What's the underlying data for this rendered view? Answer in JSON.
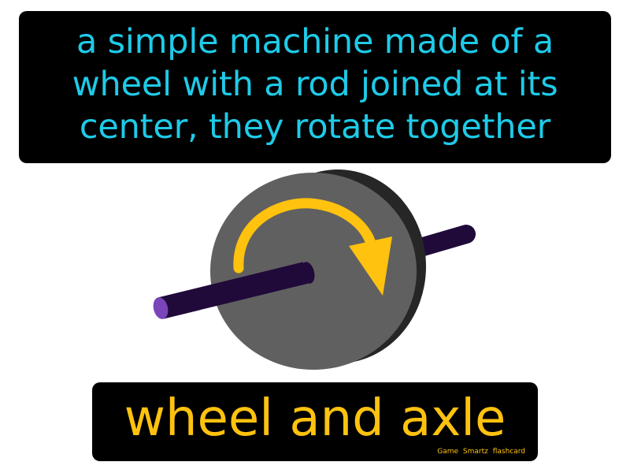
{
  "definition": "a simple machine made of a wheel with a rod joined at its center, they rotate together",
  "term": "wheel and axle",
  "brand": "Game Smartz flashcard",
  "colors": {
    "definition_text": "#1ecbe8",
    "term_text": "#ffc20e",
    "box_background": "#000000",
    "wheel_face": "#606060",
    "wheel_back": "#262626",
    "axle": "#1f0a3a",
    "axle_end": "#7a45b8",
    "arrow": "#ffc20e"
  },
  "illustration": {
    "icon": "wheel-and-axle-icon",
    "arrow_icon": "clockwise-rotation-arrow-icon"
  }
}
